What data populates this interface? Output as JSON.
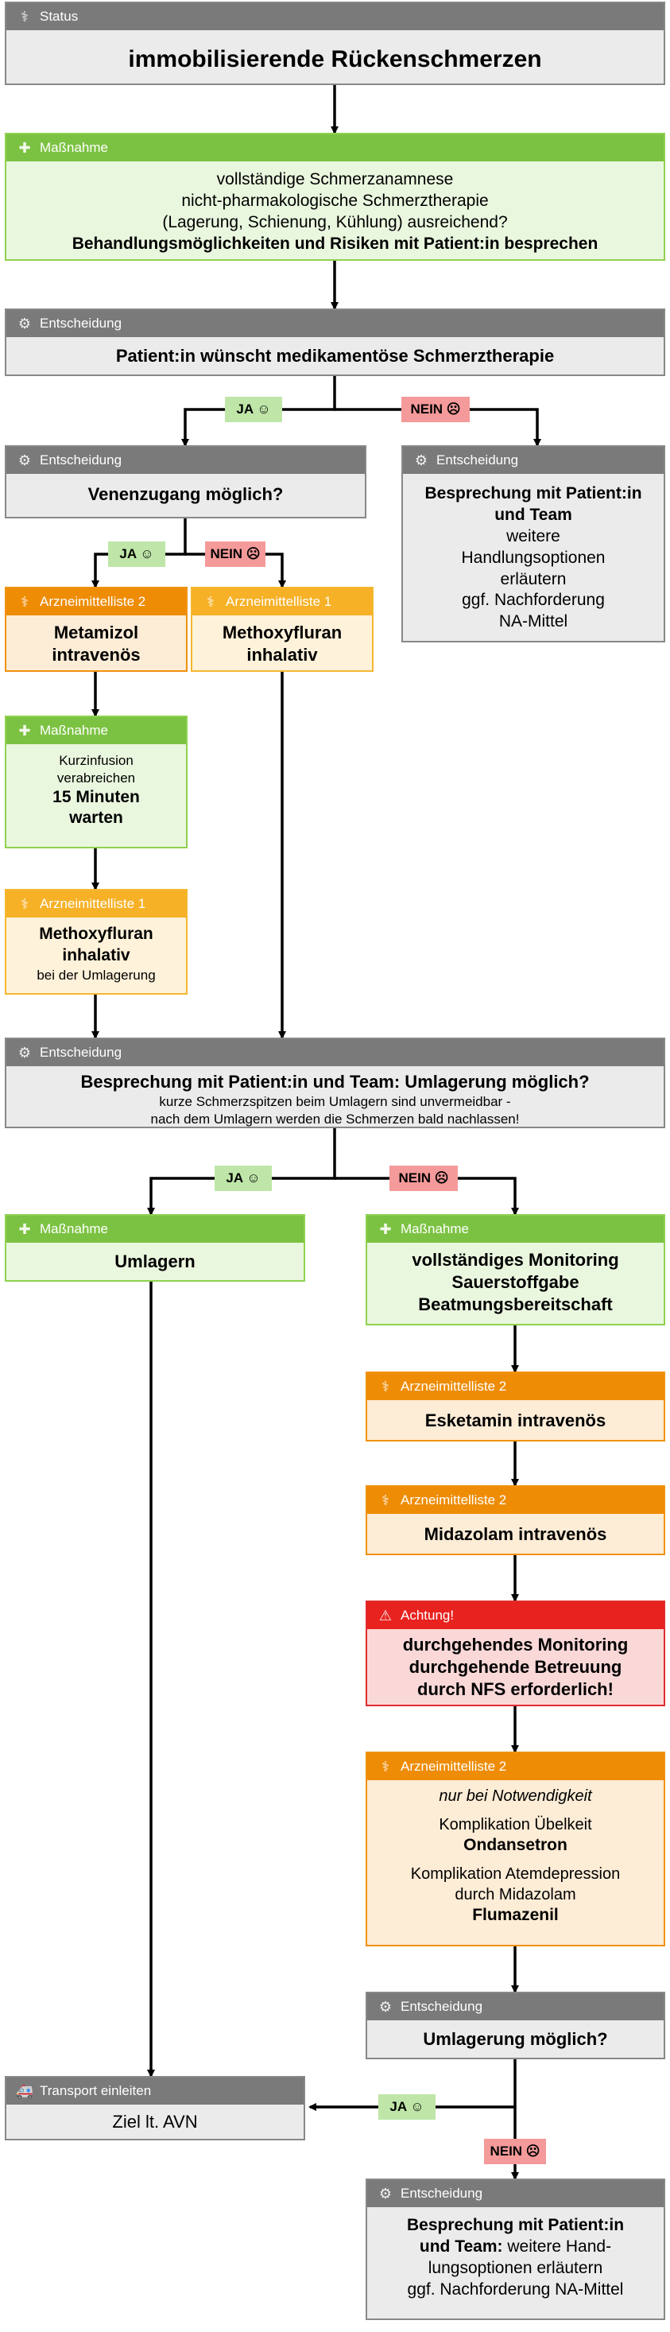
{
  "status": {
    "header": "Status",
    "icon": "status-icon",
    "text": "immobilisierende Rückenschmerzen"
  },
  "massnahme1": {
    "header": "Maßnahme",
    "icon": "measure-icon",
    "lines": [
      "vollständige Schmerzanamnese",
      "nicht-pharmakologische Schmerztherapie",
      "(Lagerung, Schienung, Kühlung) ausreichend?"
    ],
    "bold": "Behandlungsmöglichkeiten und Risiken mit Patient:in besprechen"
  },
  "entscheidung1": {
    "header": "Entscheidung",
    "icon": "decision-icon",
    "text": "Patient:in wünscht medikamentöse Schmerztherapie"
  },
  "entscheidung2": {
    "header": "Entscheidung",
    "icon": "decision-icon",
    "text": "Venenzugang möglich?"
  },
  "entscheidung3": {
    "header": "Entscheidung",
    "icon": "decision-icon",
    "bold": "Besprechung mit Patient:in und Team",
    "lines": [
      "weitere",
      "Handlungsoptionen",
      "erläutern",
      "ggf. Nachforderung",
      "NA-Mittel"
    ]
  },
  "arznei_metamizol": {
    "header": "Arzneimittelliste 2",
    "icon": "medication-icon",
    "line1": "Metamizol",
    "line2": "intravenös"
  },
  "arznei_methoxy1": {
    "header": "Arzneimittelliste 1",
    "icon": "medication-icon",
    "line1": "Methoxyfluran",
    "line2": "inhalativ"
  },
  "massnahme2": {
    "header": "Maßnahme",
    "icon": "measure-icon",
    "line1": "Kurzinfusion",
    "line2": "verabreichen",
    "bold1": "15 Minuten",
    "bold2": "warten"
  },
  "arznei_methoxy2": {
    "header": "Arzneimittelliste 1",
    "icon": "medication-icon",
    "line1": "Methoxyfluran",
    "line2": "inhalativ",
    "small": "bei der Umlagerung"
  },
  "entscheidung4": {
    "header": "Entscheidung",
    "icon": "decision-icon",
    "bold": "Besprechung mit Patient:in und Team: Umlagerung möglich?",
    "line1": "kurze Schmerzspitzen beim Umlagern sind unvermeidbar -",
    "line2": "nach dem Umlagern werden die Schmerzen bald nachlassen!"
  },
  "massnahme_umlagern": {
    "header": "Maßnahme",
    "icon": "measure-icon",
    "text": "Umlagern"
  },
  "massnahme_monitoring": {
    "header": "Maßnahme",
    "icon": "measure-icon",
    "lines": [
      "vollständiges Monitoring",
      "Sauerstoffgabe",
      "Beatmungsbereitschaft"
    ]
  },
  "arznei_esketamin": {
    "header": "Arzneimittelliste 2",
    "icon": "medication-icon",
    "text": "Esketamin intravenös"
  },
  "arznei_midazolam": {
    "header": "Arzneimittelliste 2",
    "icon": "medication-icon",
    "text": "Midazolam intravenös"
  },
  "achtung": {
    "header": "Achtung!",
    "icon": "warning-icon",
    "lines": [
      "durchgehendes Monitoring",
      "durchgehende Betreuung",
      "durch NFS erforderlich!"
    ]
  },
  "arznei_komplikation": {
    "header": "Arzneimittelliste 2",
    "icon": "medication-icon",
    "italic": "nur bei Notwendigkeit",
    "k1_line": "Komplikation Übelkeit",
    "k1_bold": "Ondansetron",
    "k2_line1": "Komplikation Atemdepression",
    "k2_line2": "durch Midazolam",
    "k2_bold": "Flumazenil"
  },
  "entscheidung5": {
    "header": "Entscheidung",
    "icon": "decision-icon",
    "text": "Umlagerung möglich?"
  },
  "transport": {
    "header": "Transport einleiten",
    "icon": "ambulance-icon",
    "text": "Ziel lt. AVN"
  },
  "entscheidung6": {
    "header": "Entscheidung",
    "icon": "decision-icon",
    "bold1": "Besprechung mit Patient:in",
    "bold2": "und Team:",
    "line1": "weitere Hand-",
    "line2": "lungsoptionen erläutern",
    "line3": "ggf. Nachforderung NA-Mittel"
  },
  "labels": {
    "ja": "JA ☺",
    "nein": "NEIN ☹"
  },
  "colors": {
    "gray": "#7a7a7a",
    "green": "#7cc242",
    "yellow": "#f6b127",
    "orange": "#ee8c06",
    "red": "#e8221f",
    "ja": "#bfe6a8",
    "nein": "#f59a9a"
  }
}
